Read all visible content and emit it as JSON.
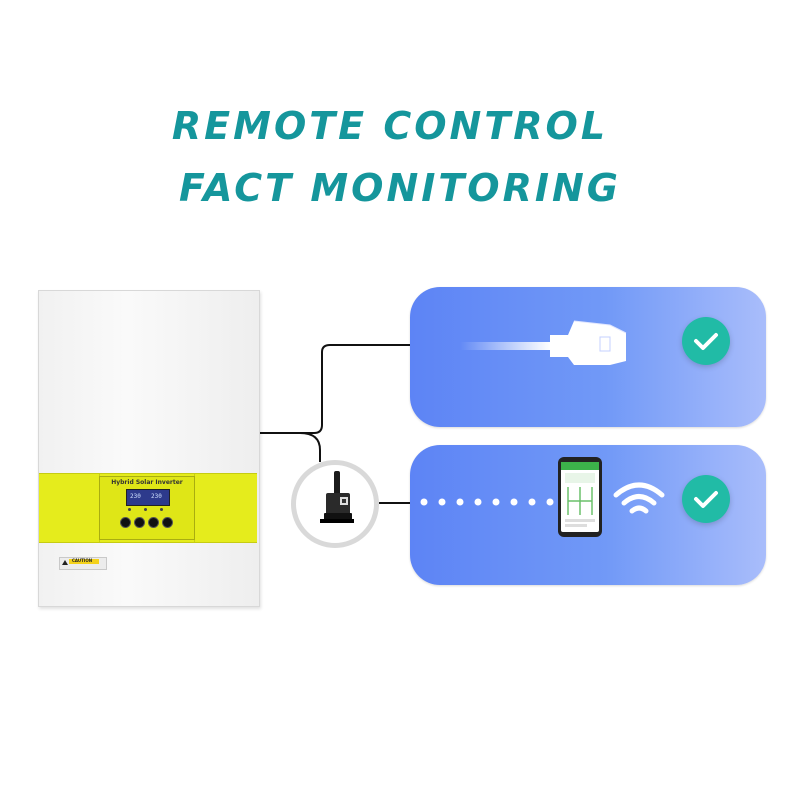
{
  "headline": {
    "line1": "REMOTE CONTROL",
    "line2": "FACT MONITORING"
  },
  "inverter": {
    "panel_title": "Hybrid Solar Inverter",
    "display_left": "230",
    "display_right": "230",
    "caution_label": "CAUTION"
  },
  "connections": {
    "wired": {
      "icon": "ethernet-plug-icon",
      "status_icon": "check-icon"
    },
    "wireless": {
      "icon": "smartphone-icon",
      "signal_icon": "wifi-icon",
      "status_icon": "check-icon"
    },
    "dongle_icon": "wifi-dongle-icon"
  },
  "colors": {
    "headline": "#15969c",
    "card": "#6a90f6",
    "check": "#21bba6",
    "inverter_panel": "#e5ec1c"
  }
}
